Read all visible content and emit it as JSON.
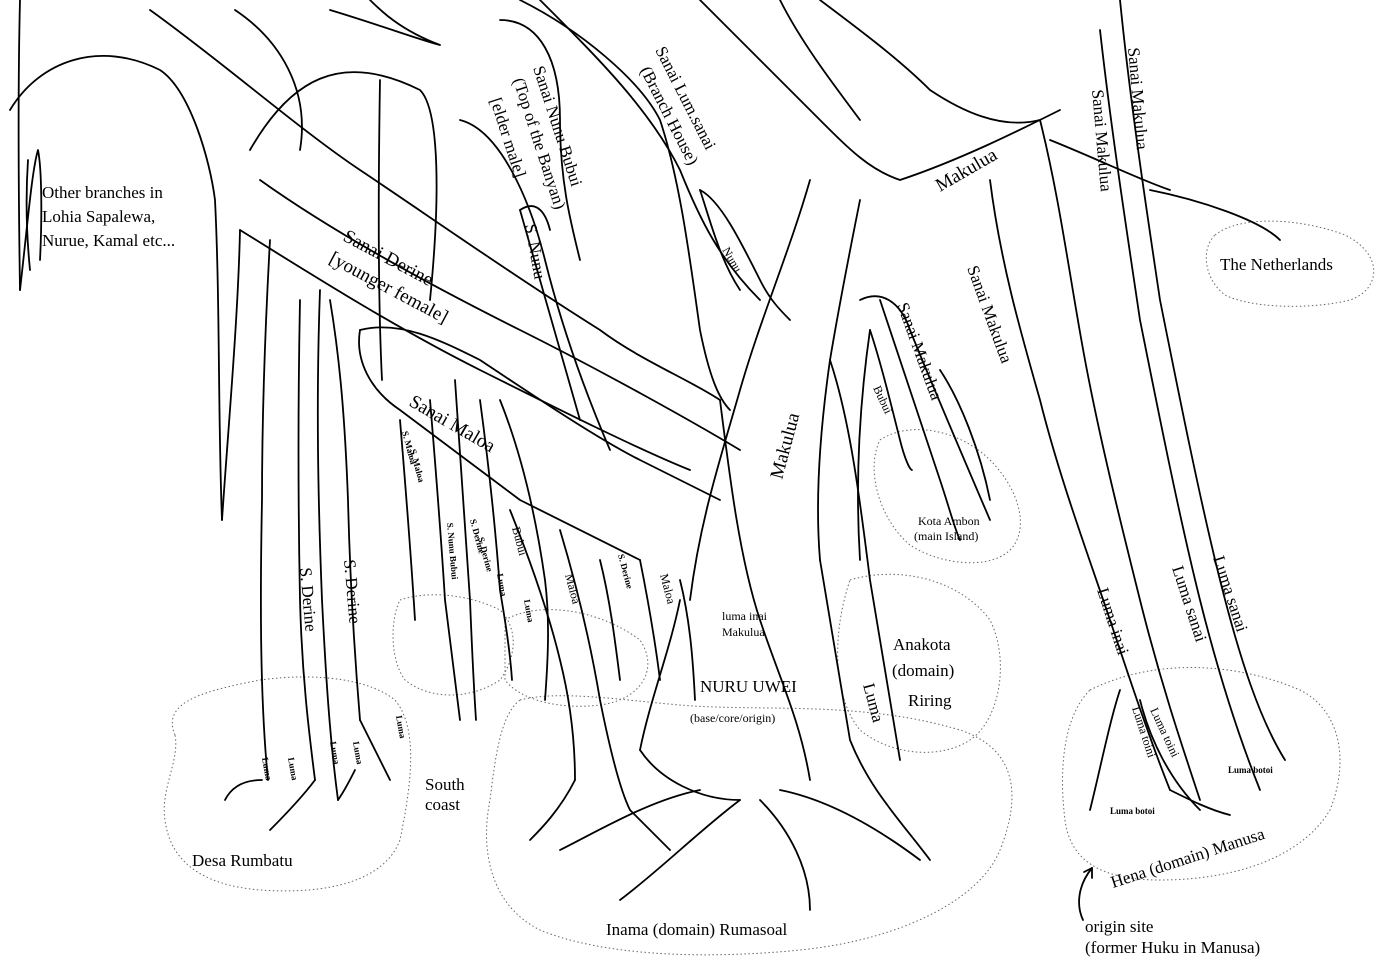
{
  "labels": {
    "other_branches_1": "Other branches in",
    "other_branches_2": "Lohia Sapalewa,",
    "other_branches_3": "Nurue, Kamal etc...",
    "sanai_lum_sanai_1": "Sanai Lum.sanai",
    "sanai_lum_sanai_2": "(Branch House)",
    "sanai_nunu_bubui_1": "Sanai Nunu Bubui",
    "sanai_nunu_bubui_2": "(Top of the Banyan)",
    "sanai_nunu_bubui_3": "[elder male]",
    "s_nunu": "S. Nunu",
    "nunu": "Nunu",
    "sanai_derine_1": "Sanai Derine",
    "sanai_derine_2": "[younger female]",
    "sanai_maloa": "Sanai Maloa",
    "makulua_top": "Makulua",
    "makulua_trunk": "Makulua",
    "sanai_makulua_mid": "Sanai Makulua",
    "sanai_makulua_right": "Sanai Makulua",
    "sanai_makulua_far1": "Sanai Makulua",
    "sanai_makulua_far2": "Sanai Makulua",
    "the_netherlands": "The Netherlands",
    "bubui_right": "Bubui",
    "kota_ambon_1": "Kota Ambon",
    "kota_ambon_2": "(main Island)",
    "s_maloa_1": "S. Maloa",
    "s_maloa_2": "S. Maloa",
    "s_nunu_bubui": "S. Nunu Bubui",
    "s_derine_small": "S. Derine",
    "s_derine_small2": "S. Derine",
    "luma_a": "Luma",
    "luma_b": "Luma",
    "bubui_left": "Bubui",
    "maloa_1": "Maloa",
    "maloa_2": "Maloa",
    "s_derine_left": "S. Derine",
    "s_derine_left2": "S. Derine",
    "luma_inai_makulua_1": "luma inai",
    "luma_inai_makulua_2": "Makulua",
    "nuru_uwei_1": "NURU UWEI",
    "nuru_uwei_2": "(base/core/origin)",
    "anakota_1": "Anakota",
    "anakota_2": "(domain)",
    "anakota_3": "Riring",
    "luma_center": "Luma",
    "luma_inai": "Luma inai",
    "luma_sanai_1": "Luma sanai",
    "luma_sanai_2": "Luma sanai",
    "luma_toini_1": "Luma toini",
    "luma_toini_2": "Luma toini",
    "luma_botoi_1": "Luma botoi",
    "luma_botoi_2": "Luma botoi",
    "luma_r1": "Luma",
    "luma_r2": "Luma",
    "luma_r3": "Luma",
    "luma_r4": "Luma",
    "luma_r5": "Luma",
    "south_coast_1": "South",
    "south_coast_2": "coast",
    "desa_rumbatu": "Desa Rumbatu",
    "inama_rumasoal": "Inama (domain) Rumasoal",
    "hena_manusa": "Hena (domain) Manusa",
    "origin_site_1": "origin site",
    "origin_site_2": "(former Huku in Manusa)"
  }
}
